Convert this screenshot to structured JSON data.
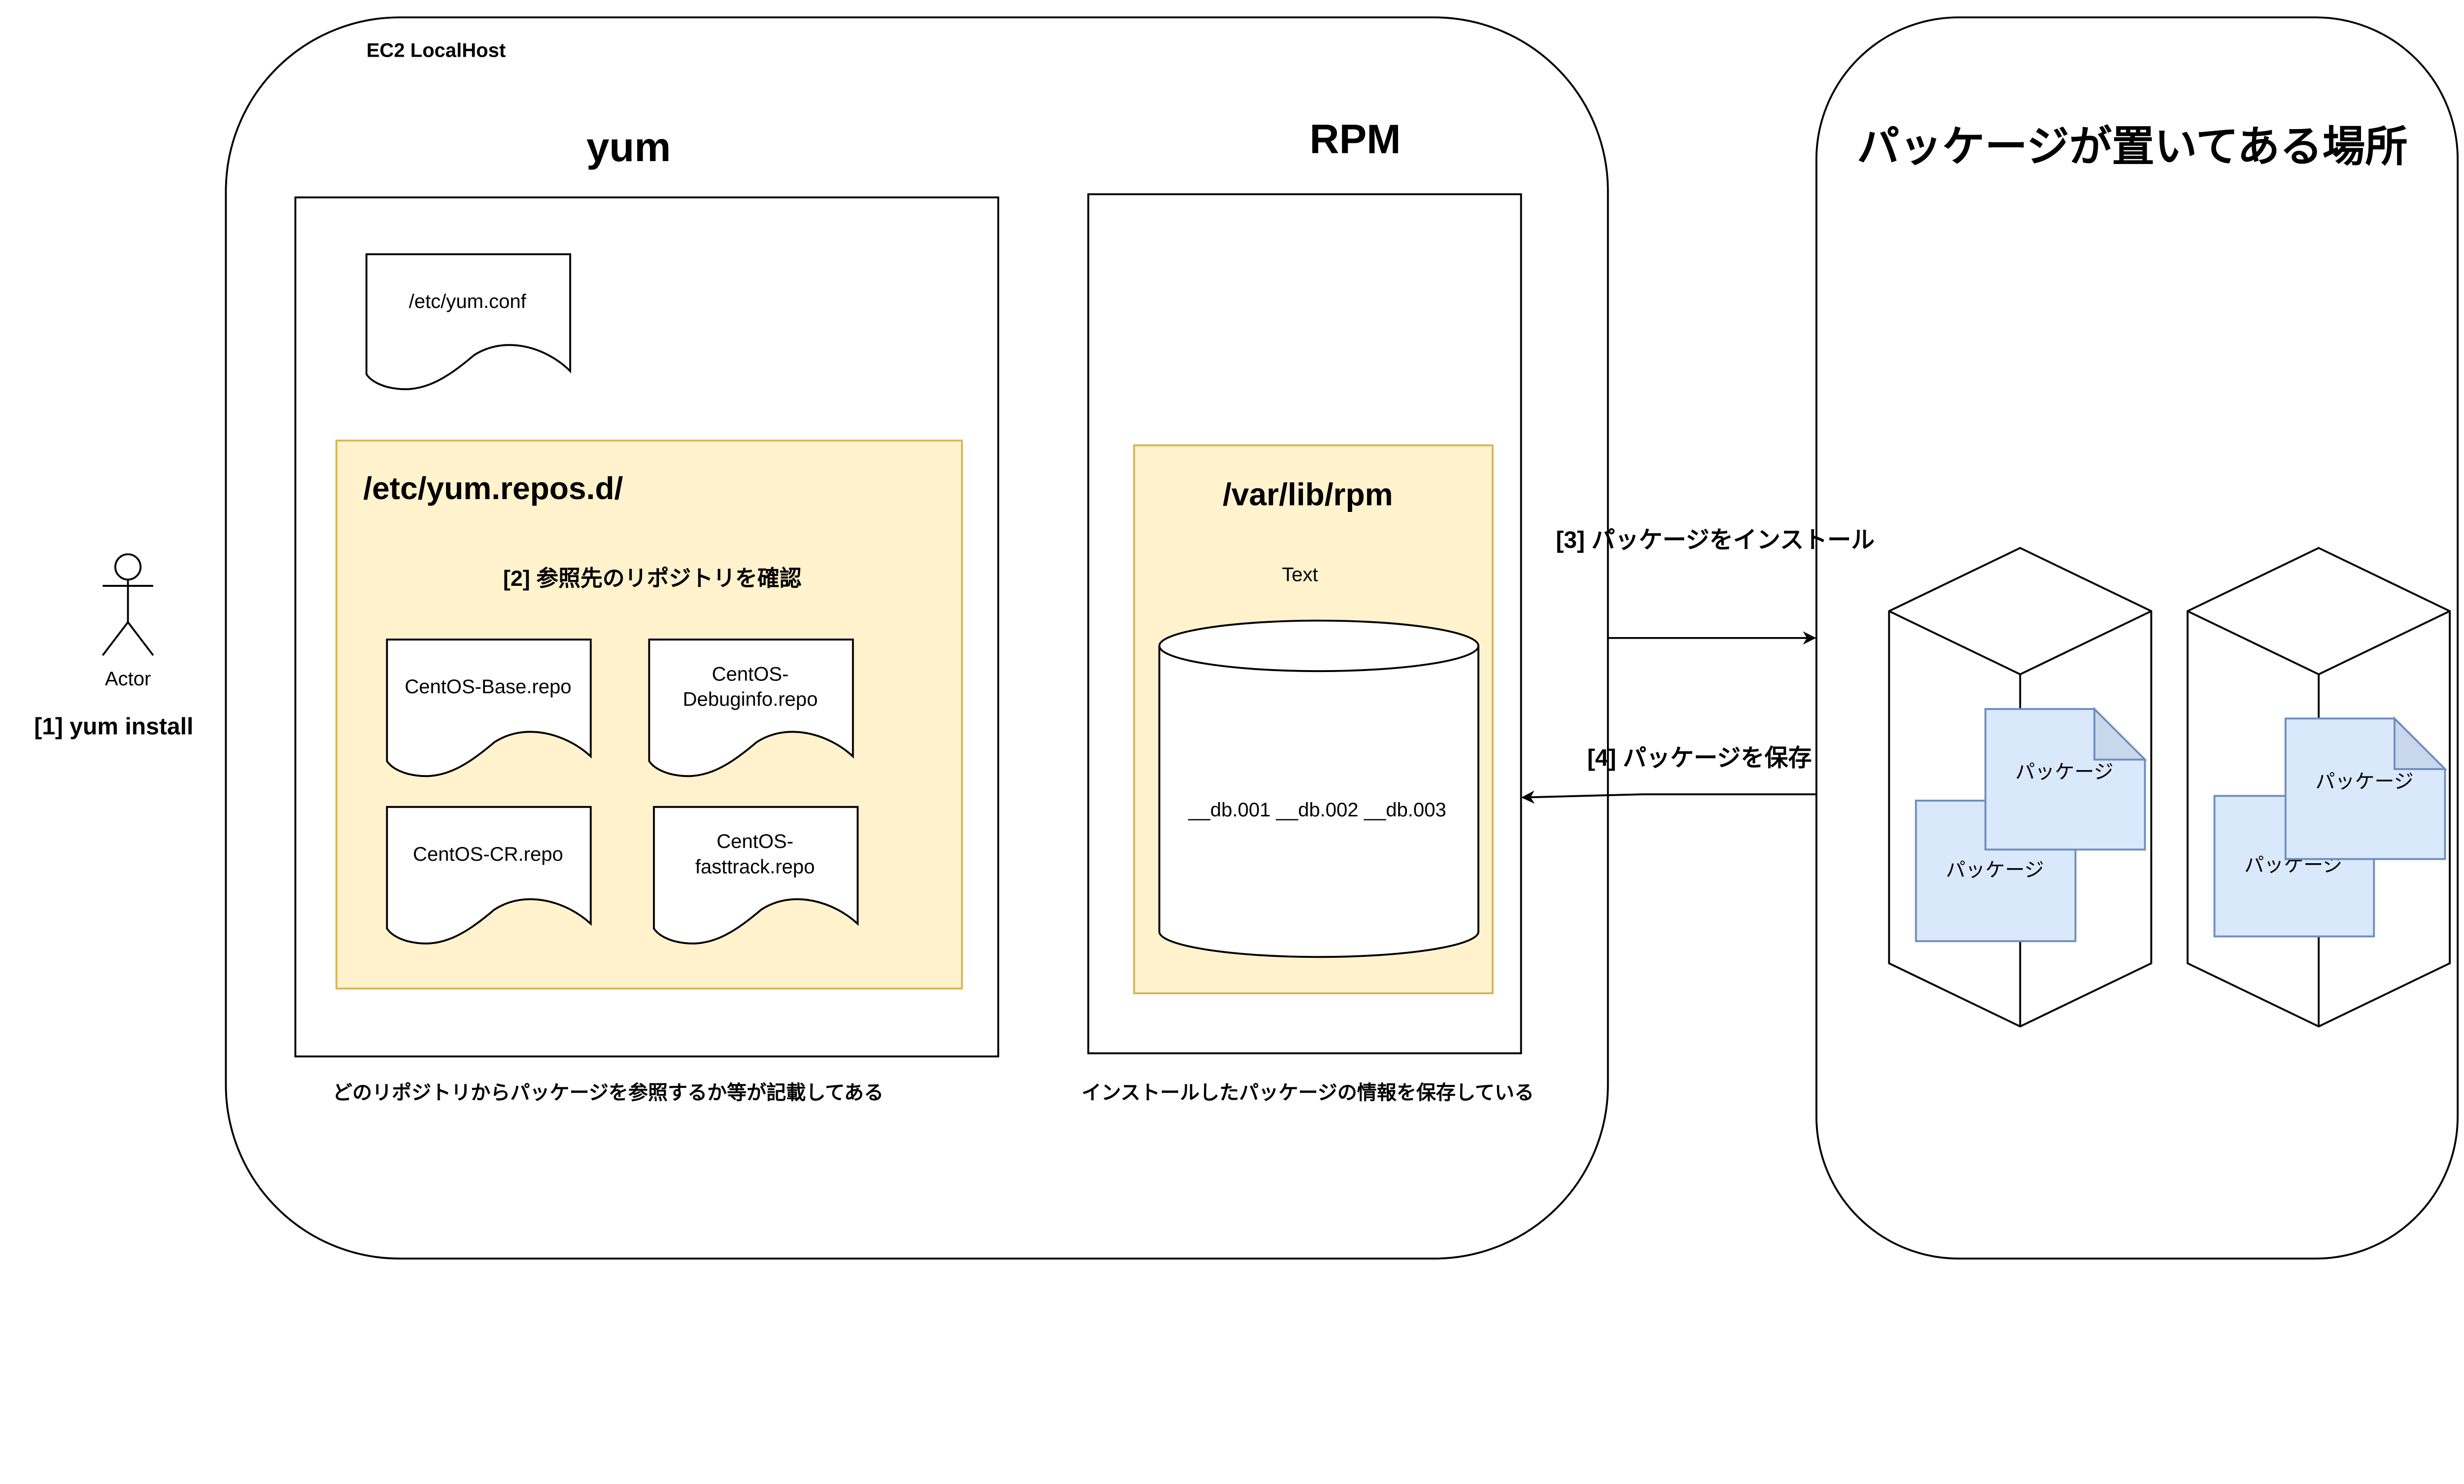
{
  "ec2": {
    "label": "EC2 LocalHost"
  },
  "yum": {
    "title": "yum",
    "config_file": "/etc/yum.conf",
    "repos_dir": "/etc/yum.repos.d/",
    "step2": "[2] 参照先のリポジトリを確認",
    "repo_files": [
      "CentOS-Base.repo",
      "CentOS-\nDebuginfo.repo",
      "CentOS-CR.repo",
      "CentOS-\nfasttrack.repo"
    ],
    "repo_lines": [
      [
        "CentOS-Base.repo"
      ],
      [
        "CentOS-",
        "Debuginfo.repo"
      ],
      [
        "CentOS-CR.repo"
      ],
      [
        "CentOS-",
        "fasttrack.repo"
      ]
    ],
    "caption": "どのリポジトリからパッケージを参照するか等が記載してある"
  },
  "rpm": {
    "title": "RPM",
    "db_dir": "/var/lib/rpm",
    "text": "Text",
    "db_files": "__db.001 __db.002 __db.003",
    "caption": "インストールしたパッケージの情報を保存している"
  },
  "repository": {
    "title": "パッケージが置いてある場所",
    "package_label": "パッケージ",
    "colors": {
      "package_fill": "#dae8fc",
      "package_stroke": "#6c8ebf"
    }
  },
  "actor": {
    "label": "Actor",
    "step1": "[1] yum install"
  },
  "arrows": {
    "step3": "[3] パッケージをインストール",
    "step4": "[4] パッケージを保存"
  },
  "colors": {
    "folder_fill": "#fff2cc",
    "folder_stroke": "#d6b656"
  }
}
